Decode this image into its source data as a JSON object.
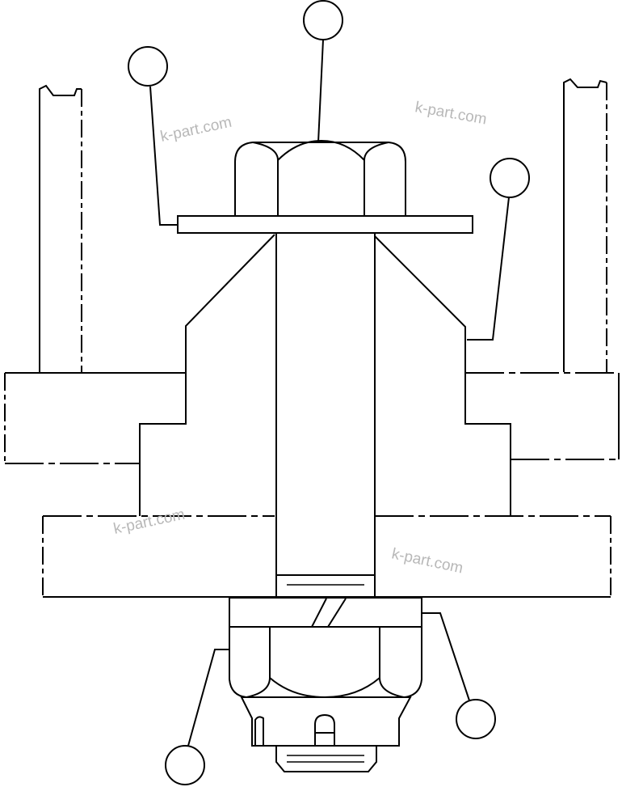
{
  "watermarks": [
    {
      "text": "k-part.com"
    },
    {
      "text": "k-part.com"
    },
    {
      "text": "k-part.com"
    },
    {
      "text": "k-part.com"
    }
  ],
  "callouts": [
    {
      "label": ""
    },
    {
      "label": ""
    },
    {
      "label": ""
    },
    {
      "label": ""
    },
    {
      "label": ""
    }
  ]
}
